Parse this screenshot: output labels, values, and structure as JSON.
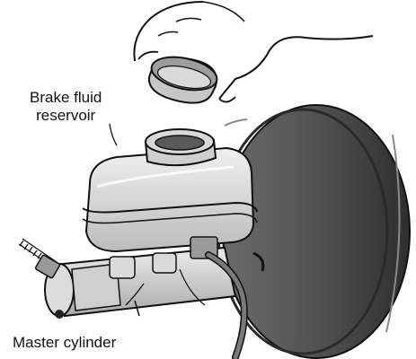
{
  "labels": {
    "reservoir_line1": "Brake fluid",
    "reservoir_line2": "reservoir",
    "cylinder": "Master cylinder"
  },
  "colors": {
    "outline": "#111111",
    "dark_fill": "#555555",
    "mid_fill": "#bdbdbd",
    "light_fill": "#e6e6e6",
    "background": "#ffffff"
  }
}
